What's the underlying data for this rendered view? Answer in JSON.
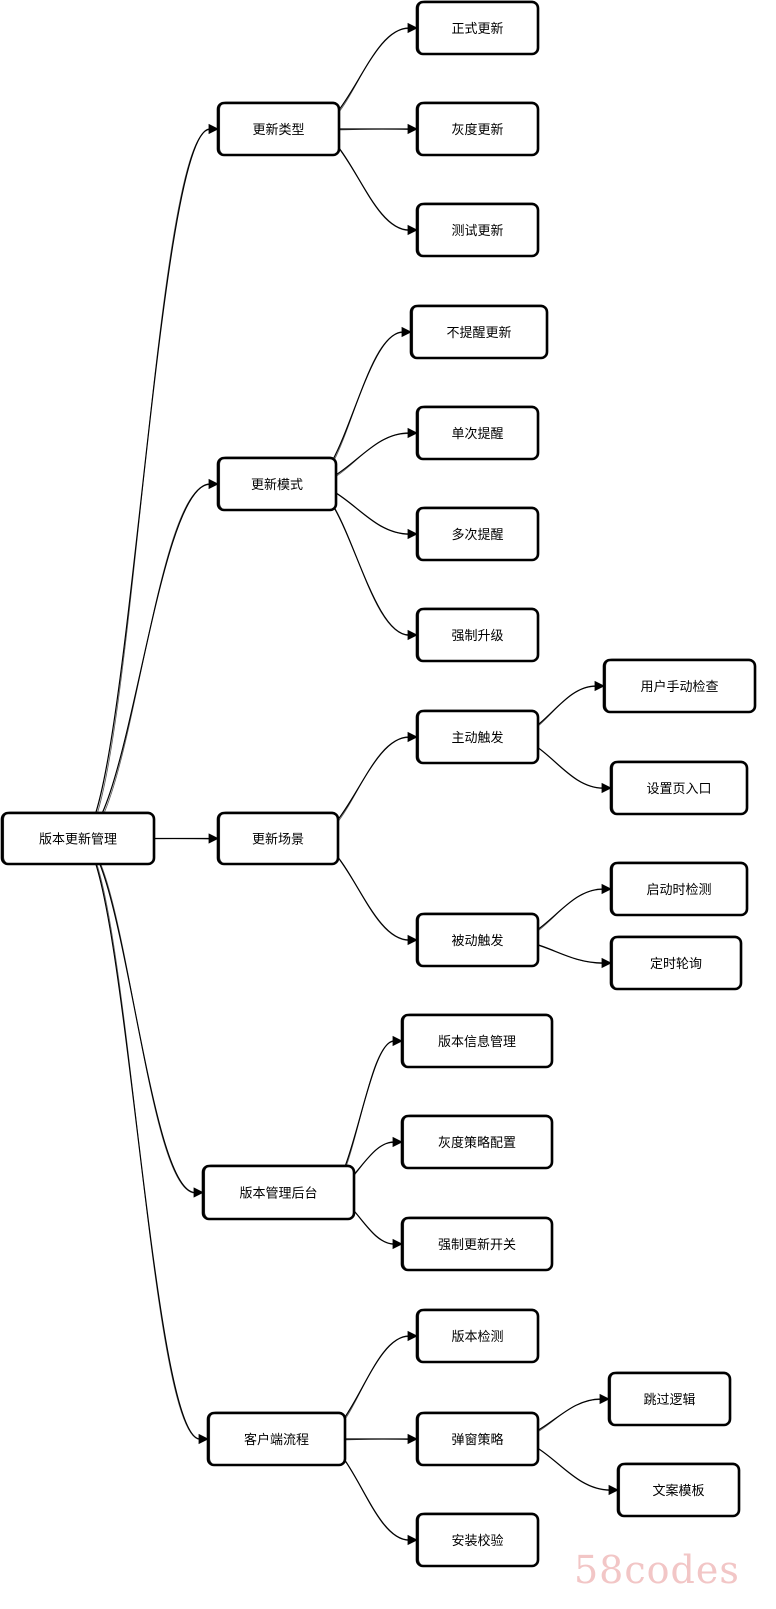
{
  "diagram": {
    "type": "mindmap",
    "root": {
      "id": "root",
      "label": "版本更新管理",
      "children": [
        {
          "id": "n1",
          "label": "更新类型",
          "children": [
            {
              "id": "n1a",
              "label": "正式更新"
            },
            {
              "id": "n1b",
              "label": "灰度更新"
            },
            {
              "id": "n1c",
              "label": "测试更新"
            }
          ]
        },
        {
          "id": "n2",
          "label": "更新模式",
          "children": [
            {
              "id": "n2a",
              "label": "不提醒更新"
            },
            {
              "id": "n2b",
              "label": "单次提醒"
            },
            {
              "id": "n2c",
              "label": "多次提醒"
            },
            {
              "id": "n2d",
              "label": "强制升级"
            }
          ]
        },
        {
          "id": "n3",
          "label": "更新场景",
          "children": [
            {
              "id": "n3a",
              "label": "主动触发",
              "children": [
                {
                  "id": "n3a1",
                  "label": "用户手动检查"
                },
                {
                  "id": "n3a2",
                  "label": "设置页入口"
                }
              ]
            },
            {
              "id": "n3b",
              "label": "被动触发",
              "children": [
                {
                  "id": "n3b1",
                  "label": "启动时检测"
                },
                {
                  "id": "n3b2",
                  "label": "定时轮询"
                }
              ]
            }
          ]
        },
        {
          "id": "n4",
          "label": "版本管理后台",
          "children": [
            {
              "id": "n4a",
              "label": "版本信息管理"
            },
            {
              "id": "n4b",
              "label": "灰度策略配置"
            },
            {
              "id": "n4c",
              "label": "强制更新开关"
            }
          ]
        },
        {
          "id": "n5",
          "label": "客户端流程",
          "children": [
            {
              "id": "n5a",
              "label": "版本检测"
            },
            {
              "id": "n5b",
              "label": "弹窗策略",
              "children": [
                {
                  "id": "n5b1",
                  "label": "跳过逻辑"
                },
                {
                  "id": "n5b2",
                  "label": "文案模板"
                }
              ]
            },
            {
              "id": "n5c",
              "label": "安装校验"
            }
          ]
        }
      ]
    }
  },
  "watermark": "58codes"
}
